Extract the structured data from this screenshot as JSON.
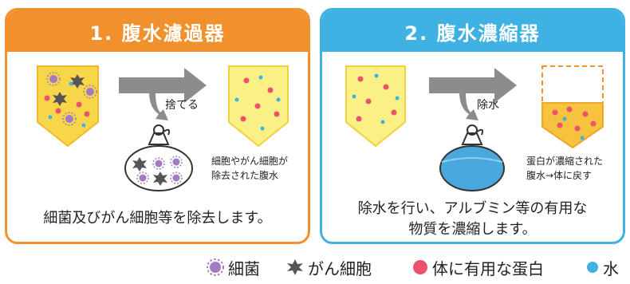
{
  "left_panel": {
    "title": "1. 腹水濾過器",
    "discard_label": "捨てる",
    "note_lines": [
      "細胞やがん細胞が",
      "除去された腹水"
    ],
    "summary": "細菌及びがん細胞等を除去します。"
  },
  "right_panel": {
    "title": "2. 腹水濃縮器",
    "remove_label": "除水",
    "note_lines": [
      "蛋白が濃縮された",
      "腹水→体に戻す"
    ],
    "summary_lines": [
      "除水を行い、アルブミン等の有用な",
      "物質を濃縮します。"
    ]
  },
  "legend": {
    "bacteria": "細菌",
    "cancer_cell": "がん細胞",
    "protein": "体に有用な蛋白",
    "water": "水"
  },
  "colors": {
    "orange": "#f0912e",
    "blue": "#3fb1e3",
    "bag_yellow": "#f7d648",
    "bag_light": "#fbf086",
    "protein_pink": "#e9546b",
    "water_blue": "#3fb1e3",
    "arrow_gray": "#8c8c8c",
    "bacteria_purple": "#a07cc0"
  }
}
